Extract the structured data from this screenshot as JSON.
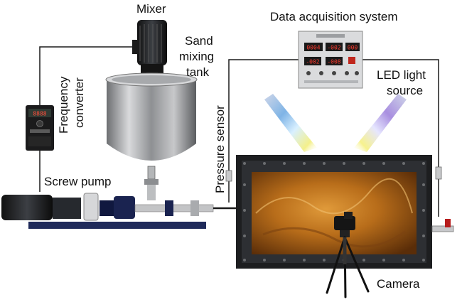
{
  "labels": {
    "mixer": "Mixer",
    "tank_line1": "Sand",
    "tank_line2": "mixing",
    "tank_line3": "tank",
    "daq": "Data acquisition system",
    "converter_line1": "Frequency",
    "converter_line2": "converter",
    "pressure": "Pressure sensor",
    "led_line1": "LED light",
    "led_line2": "source",
    "pump": "Screw pump",
    "camera": "Camera"
  },
  "daq_readouts": [
    "0004",
    "-002",
    "000",
    "-002",
    "-008"
  ],
  "converter_display": "8888"
}
